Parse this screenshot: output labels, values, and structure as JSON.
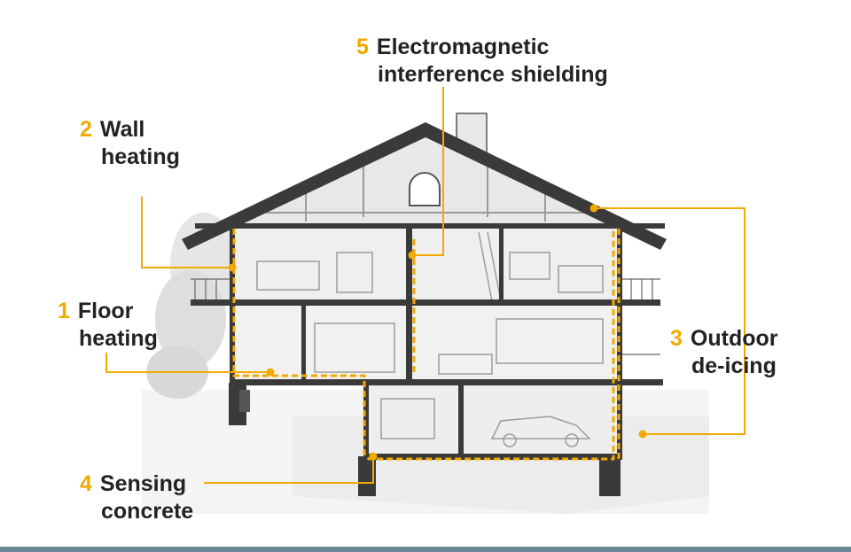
{
  "colors": {
    "accent": "#f2a900",
    "text": "#222222",
    "structure": "#333333",
    "bottom_bar": "#6b8793"
  },
  "callouts": [
    {
      "number": "5",
      "line1": "Electromagnetic",
      "line2": "interference shielding"
    },
    {
      "number": "2",
      "line1": "Wall",
      "line2": "heating"
    },
    {
      "number": "1",
      "line1": "Floor",
      "line2": "heating"
    },
    {
      "number": "3",
      "line1": "Outdoor",
      "line2": "de-icing"
    },
    {
      "number": "4",
      "line1": "Sensing",
      "line2": "concrete"
    }
  ]
}
